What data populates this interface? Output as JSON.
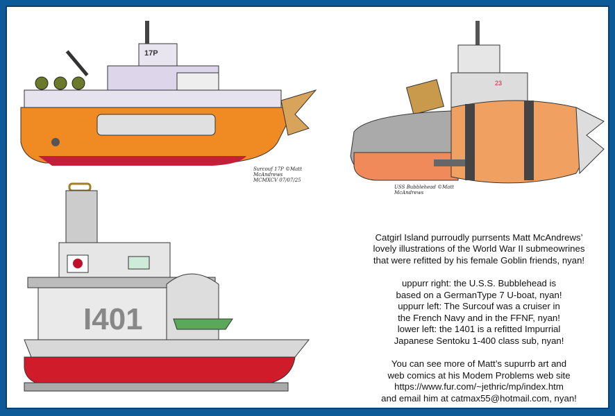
{
  "artwork": {
    "top_left_ship": {
      "name": "Surcouf",
      "hull_marking": "17P",
      "signature": "Surcouf 17P ©Matt McAndrews MCMXCV 07/07/25"
    },
    "top_right_ship": {
      "name": "USS Bubblehead",
      "hull_marking": "23",
      "signature": "USS Bubblehead ©Matt McAndrews"
    },
    "bottom_left_ship": {
      "name": "1401",
      "hull_marking": "I401"
    }
  },
  "caption": {
    "intro": [
      "Catgirl Island purroudly purrsents Matt McAndrews’",
      "lovely illustrations of the World War II submeowrines",
      "that were refitted by his female Goblin friends, nyan!"
    ],
    "details": [
      "uppurr right: the U.S.S. Bubblehead is",
      "based on a GermanType 7 U-boat, nyan!",
      "uppurr left: The Surcouf was a cruiser in",
      "the French Navy and in the FFNF, nyan!",
      "lower left: the 1401 is a refitted Impurrial",
      "Japanese Sentoku 1-400 class sub, nyan!"
    ],
    "more": [
      "You can see more of Matt’s supurrb art and",
      "web comics at his Modem Problems web site",
      "https://www.fur.com/~jethric/mp/index.htm",
      "and email him at catmax55@hotmail.com, nyan!"
    ]
  },
  "colors": {
    "frame": "#0d5a98",
    "orange": "#f08a22",
    "red": "#d01b2b",
    "gray": "#c9c9c9"
  }
}
